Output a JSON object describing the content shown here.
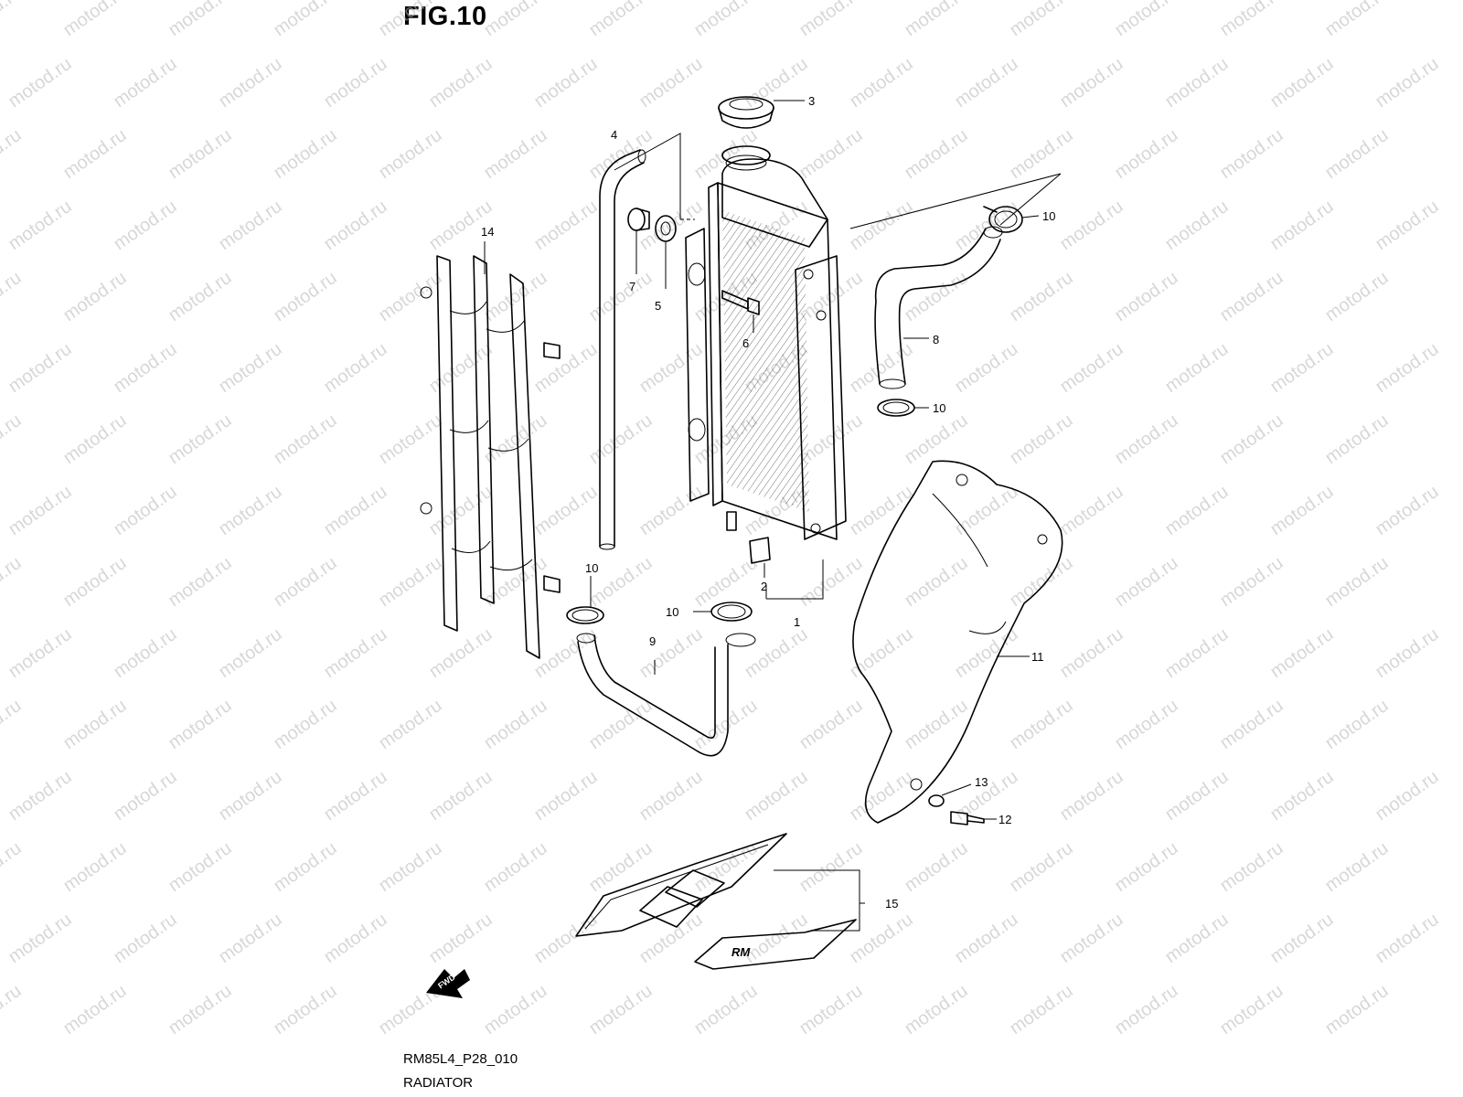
{
  "figure": {
    "title": "FIG.10",
    "code": "RM85L4_P28_010",
    "name": "RADIATOR"
  },
  "watermark": "motod.ru",
  "fwd_label": "FWD",
  "decal_text": "RM",
  "callouts": [
    {
      "id": "c1",
      "text": "1"
    },
    {
      "id": "c2",
      "text": "2"
    },
    {
      "id": "c3",
      "text": "3"
    },
    {
      "id": "c4",
      "text": "4"
    },
    {
      "id": "c5",
      "text": "5"
    },
    {
      "id": "c6",
      "text": "6"
    },
    {
      "id": "c7",
      "text": "7"
    },
    {
      "id": "c8",
      "text": "8"
    },
    {
      "id": "c9",
      "text": "9"
    },
    {
      "id": "c10a",
      "text": "10"
    },
    {
      "id": "c10b",
      "text": "10"
    },
    {
      "id": "c10c",
      "text": "10"
    },
    {
      "id": "c10d",
      "text": "10"
    },
    {
      "id": "c11",
      "text": "11"
    },
    {
      "id": "c12",
      "text": "12"
    },
    {
      "id": "c13",
      "text": "13"
    },
    {
      "id": "c14",
      "text": "14"
    },
    {
      "id": "c15",
      "text": "15"
    }
  ]
}
